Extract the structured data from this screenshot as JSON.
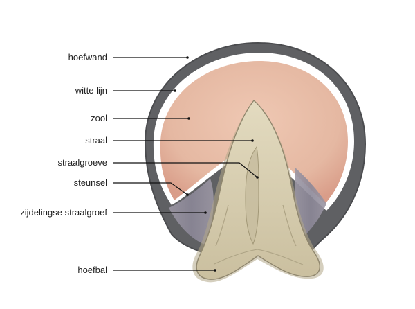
{
  "diagram": {
    "labels": {
      "hoefwand": "hoefwand",
      "witte_lijn": "witte lijn",
      "zool": "zool",
      "straal": "straal",
      "straalgroeve": "straalgroeve",
      "steunsel": "steunsel",
      "zijdelingse_straalgroef": "zijdelingse straalgroef",
      "hoefbal": "hoefbal"
    },
    "colors": {
      "hoof_wall": "#5f6063",
      "hoof_wall_outline": "#4b4c4f",
      "white_line": "#ffffff",
      "sole": "#e5b8a2",
      "sole_shadow": "#d9a18b",
      "frog": "#d8cfb0",
      "frog_shadow": "#b3a789",
      "frog_outline": "#8f866d",
      "heel_shadow": "#8f8b99",
      "leader_line": "#111111"
    }
  }
}
